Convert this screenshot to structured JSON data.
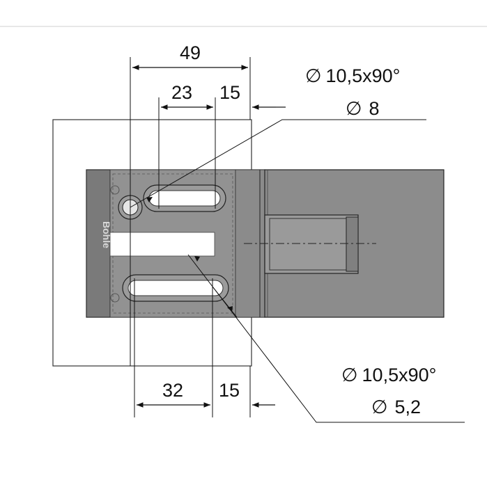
{
  "dimensions": {
    "top_overall": "49",
    "top_inner": "23",
    "top_right": "15",
    "bottom_inner": "32",
    "bottom_right": "15"
  },
  "callouts": {
    "top_line1_symbol": "∅",
    "top_line1_text": "10,5x90°",
    "top_line2_symbol": "∅",
    "top_line2_text": "8",
    "bottom_line1_symbol": "∅",
    "bottom_line1_text": "10,5x90°",
    "bottom_line2_symbol": "∅",
    "bottom_line2_text": "5,2"
  },
  "brand": {
    "logo_text": "Bohle"
  },
  "colors": {
    "body_fill": "#8f8f8f",
    "body_dark": "#6e6e6e",
    "line": "#111111",
    "glass_outline": "#333333",
    "slot_fill": "#ffffff"
  }
}
